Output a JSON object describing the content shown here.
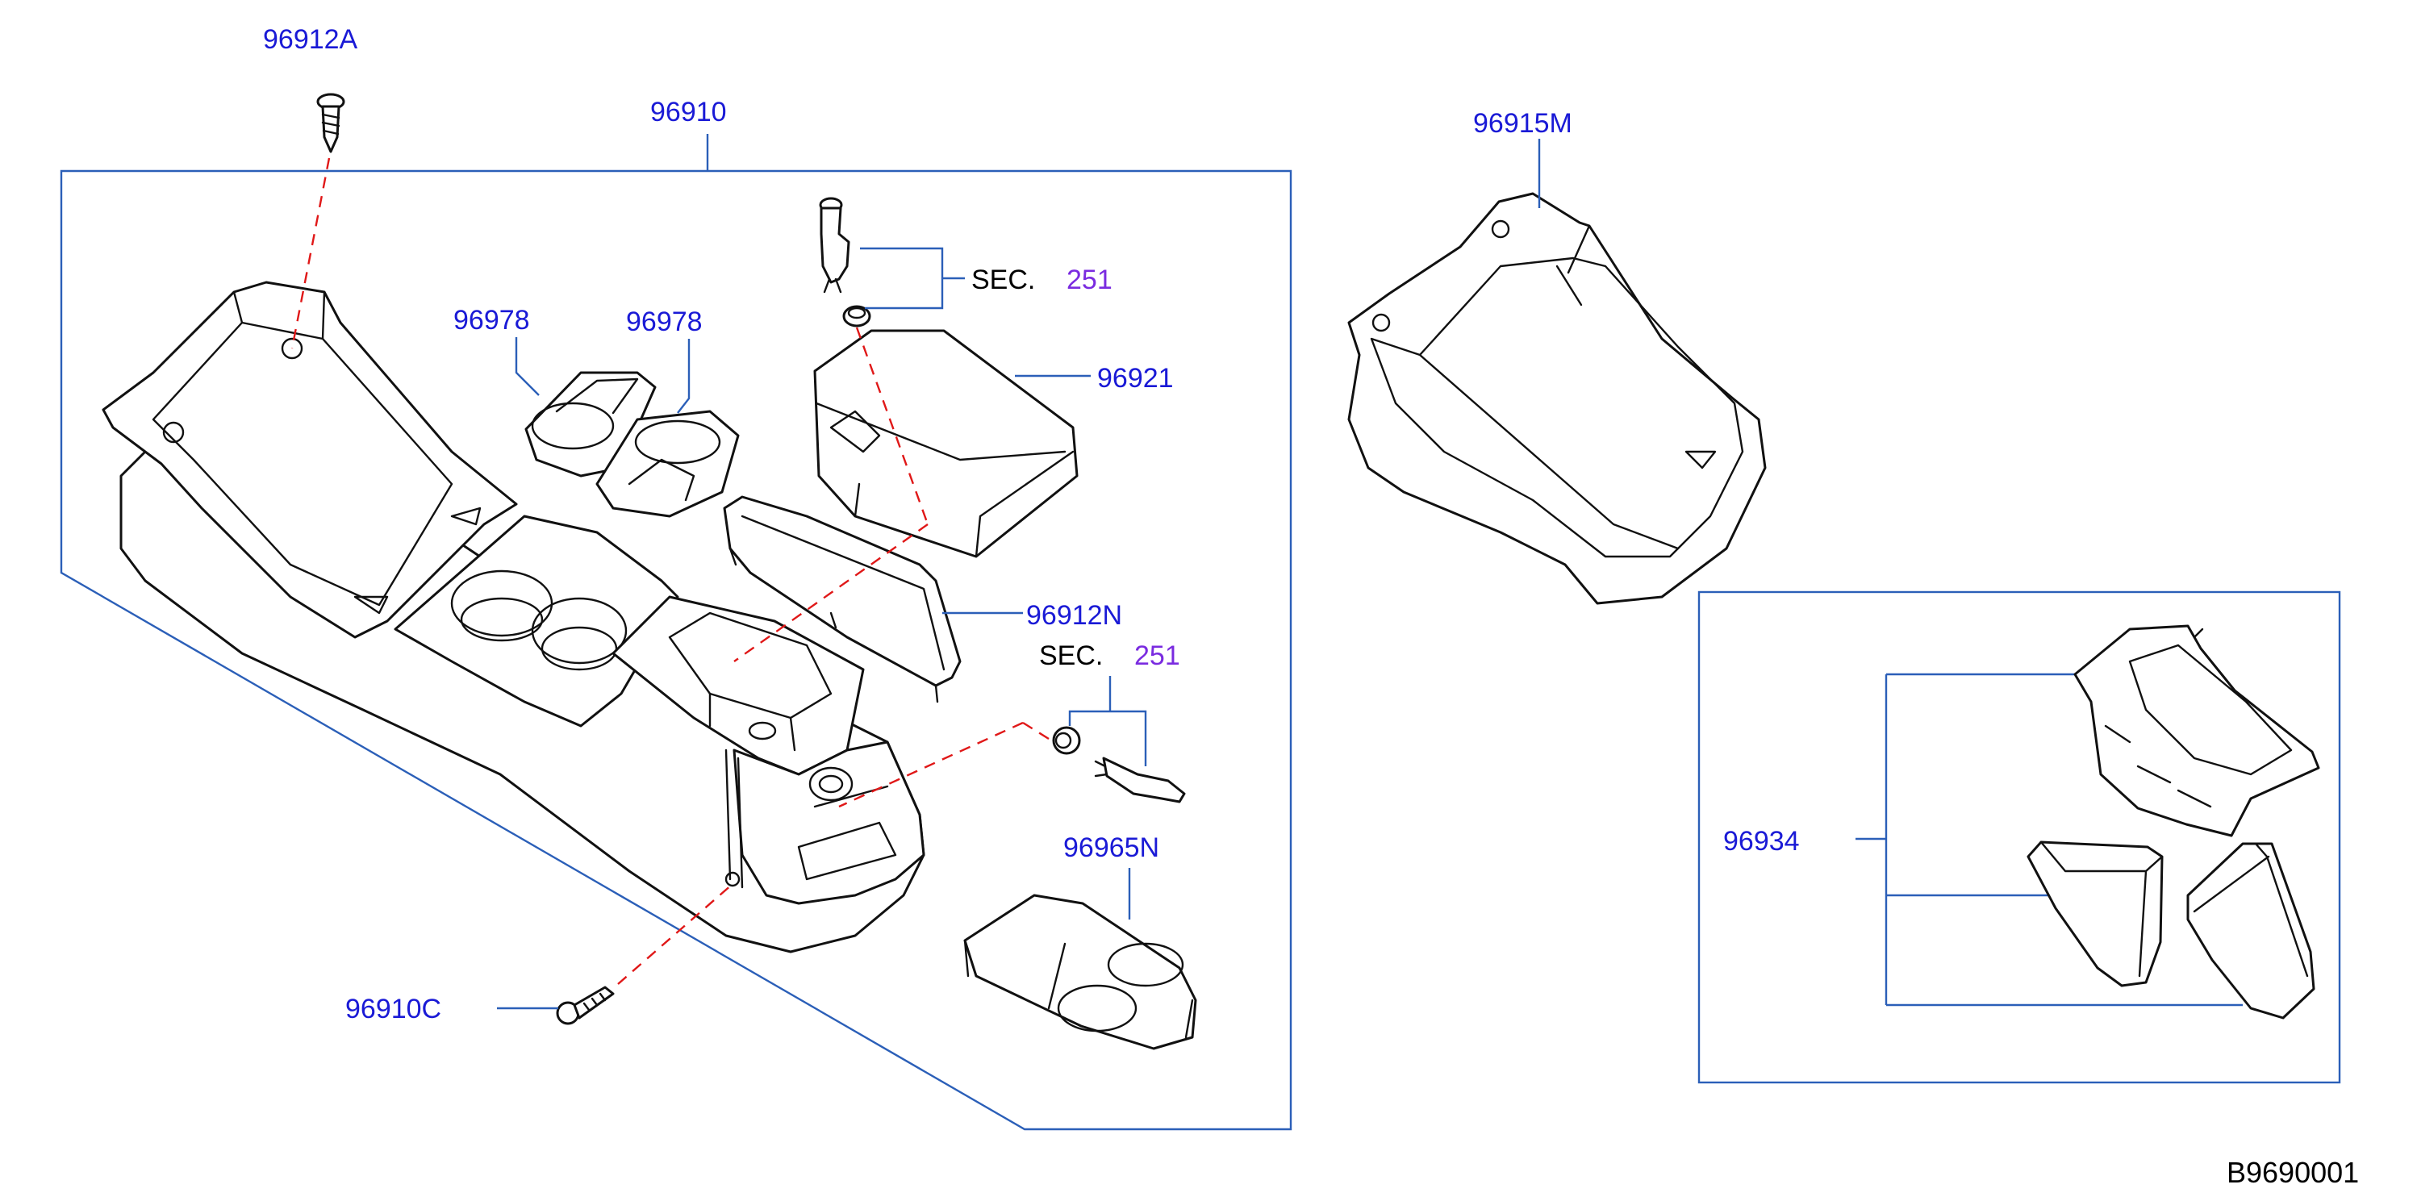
{
  "labels": {
    "p96912A": "96912A",
    "p96910": "96910",
    "p96978a": "96978",
    "p96978b": "96978",
    "p96921": "96921",
    "p96912N": "96912N",
    "p96965N": "96965N",
    "p96910C": "96910C",
    "p96915M": "96915M",
    "p96934": "96934"
  },
  "sec_refs": [
    {
      "prefix": "SEC.",
      "number": "251"
    },
    {
      "prefix": "SEC.",
      "number": "251"
    }
  ],
  "drawing_code": "B9690001",
  "colors": {
    "part_number": "#1a1ad6",
    "section_ref": "#7a2be0",
    "leader_line": "#2b5fb8",
    "fastener_path": "#e01818",
    "outline": "#111111"
  }
}
